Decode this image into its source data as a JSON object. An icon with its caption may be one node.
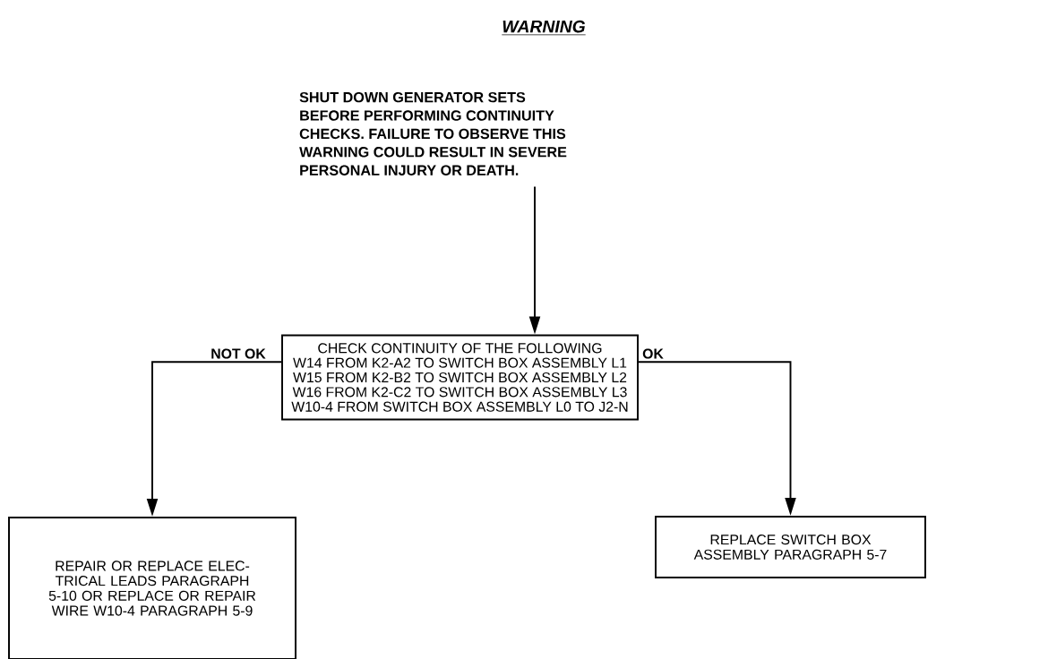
{
  "diagram": {
    "nodes": [
      {
        "text": [
          "WARNING",
          "SHUT DOWN GENERATOR SETS BEFORE PERFORMING CONTINUITY CHECKS. FAILURE TO OBSERVE THIS WARNING COULD RESULT IN SEVERE PERSONAL INJURY OR DEATH."
        ]
      },
      {
        "text": [
          "CHECK CONTINUITY OF THE FOLLOWING",
          "W14 FROM K2-A2 TO SWITCH BOX ASSEMBLY L1",
          "W15 FROM K2-B2 TO SWITCH BOX ASSEMBLY L2",
          "W16 FROM K2-C2 TO SWITCH BOX ASSEMBLY L3",
          "W10-4 FROM SWITCH BOX ASSEMBLY L0 TO J2-N"
        ]
      },
      {
        "text": [
          "REPAIR OR REPLACE ELEC-TRICAL LEADS PARAGRAPH 5-10 OR REPLACE OR REPAIR WIRE W10-4 PARAGRAPH 5-9"
        ]
      },
      {
        "text": [
          "REPLACE SWITCH BOX ASSEMBLY PARAGRAPH 5-7"
        ]
      }
    ],
    "edges": [
      {
        "from": 0,
        "to": 1,
        "arrow": "to"
      },
      {
        "from": 1,
        "to": 2,
        "arrow": "to",
        "label": "NOT OK"
      },
      {
        "from": 1,
        "to": 3,
        "arrow": "to",
        "label": "OK"
      }
    ]
  }
}
